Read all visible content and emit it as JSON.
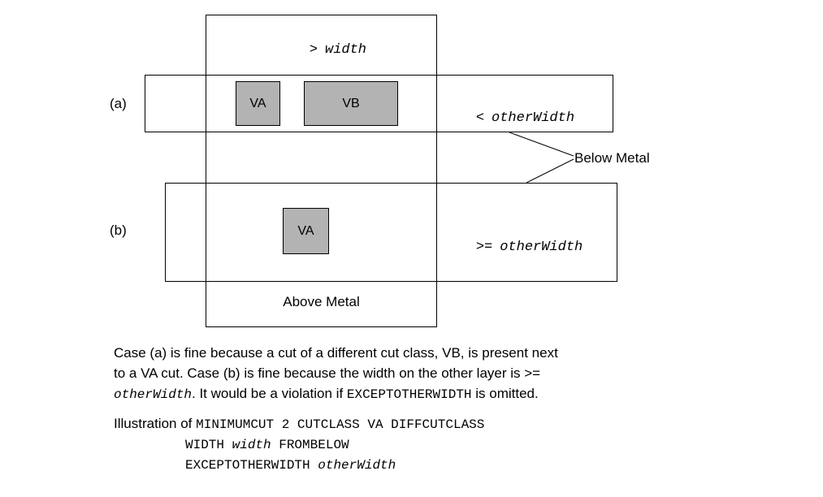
{
  "colors": {
    "cut_fill": "#b3b3b3",
    "line": "#000000"
  },
  "diagram": {
    "top_condition": {
      "op": ">",
      "var": "width"
    },
    "row_a": {
      "label": "(a)",
      "cuts": [
        "VA",
        "VB"
      ],
      "cond_op": "<",
      "cond_var": "otherWidth"
    },
    "row_b": {
      "label": "(b)",
      "cuts": [
        "VA"
      ],
      "cond_op": ">=",
      "cond_var": "otherWidth"
    },
    "below_metal_label": "Below Metal",
    "above_metal_label": "Above Metal"
  },
  "caption": {
    "line1": "Case (a) is fine because a cut of a different cut class, VB, is present next",
    "line2": "to a VA cut. Case (b) is fine because the width on the other layer is >=",
    "line3_var": "otherWidth",
    "line3_mid": ". It would be a violation if ",
    "line3_keyword": "EXCEPTOTHERWIDTH",
    "line3_end": " is omitted."
  },
  "illustration": {
    "prefix": "Illustration of ",
    "line1_code": "MINIMUMCUT 2 CUTCLASS VA DIFFCUTCLASS",
    "line2_pre": "WIDTH ",
    "line2_var": "width",
    "line2_post": " FROMBELOW",
    "line3_pre": "EXCEPTOTHERWIDTH ",
    "line3_var": "otherWidth"
  }
}
